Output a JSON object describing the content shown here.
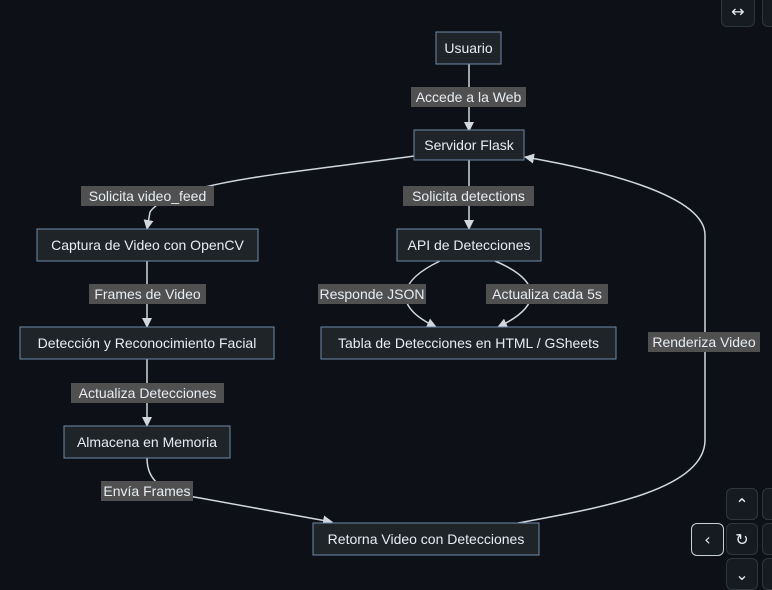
{
  "diagram": {
    "nodes": {
      "usuario": "Usuario",
      "servidor": "Servidor Flask",
      "captura": "Captura de Video con OpenCV",
      "api": "API de Detecciones",
      "deteccion": "Detección y Reconocimiento Facial",
      "tabla": "Tabla de Detecciones en HTML / GSheets",
      "almacena": "Almacena en Memoria",
      "retorna": "Retorna Video con Detecciones"
    },
    "edges": {
      "accede": "Accede a la Web",
      "solicita_video": "Solicita video_feed",
      "solicita_det": "Solicita detections",
      "frames": "Frames de Video",
      "responde": "Responde JSON",
      "actualiza_5s": "Actualiza cada 5s",
      "actualiza_det": "Actualiza Detecciones",
      "renderiza": "Renderiza Video",
      "envia": "Envía Frames"
    }
  },
  "controls": {
    "expand_icon": "↔",
    "up_icon": "⌃",
    "left_icon": "‹",
    "reset_icon": "↻",
    "down_icon": "⌄"
  }
}
